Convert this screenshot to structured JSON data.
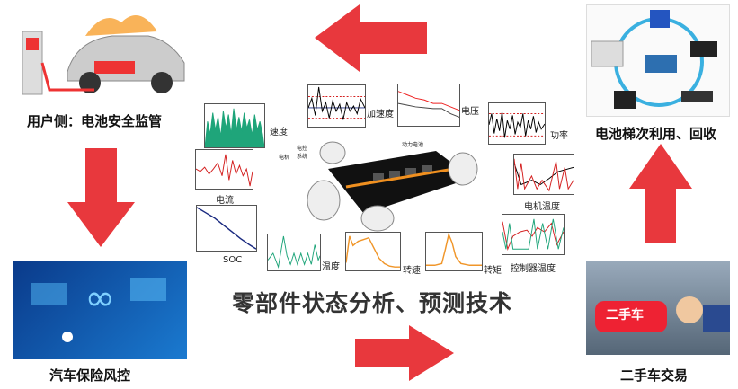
{
  "captions": {
    "user_side": "用户侧：电池安全监管",
    "battery_reuse": "电池梯次利用、回收",
    "insurance": "汽车保险风控",
    "used_car": "二手车交易"
  },
  "main_title": "零部件状态分析、预测技术",
  "plots": {
    "speed": "速度",
    "acceleration": "加速度",
    "voltage": "电压",
    "power": "功率",
    "current": "电流",
    "motor_temp": "电机温度",
    "soc": "SOC",
    "temperature": "温度",
    "rpm": "转速",
    "torque": "转矩",
    "controller_temp": "控制器温度"
  },
  "car_labels": {
    "control": "电控系统",
    "motor": "电机",
    "battery": "动力电池"
  },
  "used_car_sign": "二手车",
  "colors": {
    "arrow": "#e8383d",
    "green": "#1fa57a",
    "red": "#d42020",
    "orange": "#f0962a",
    "navy": "#1a2a80"
  }
}
